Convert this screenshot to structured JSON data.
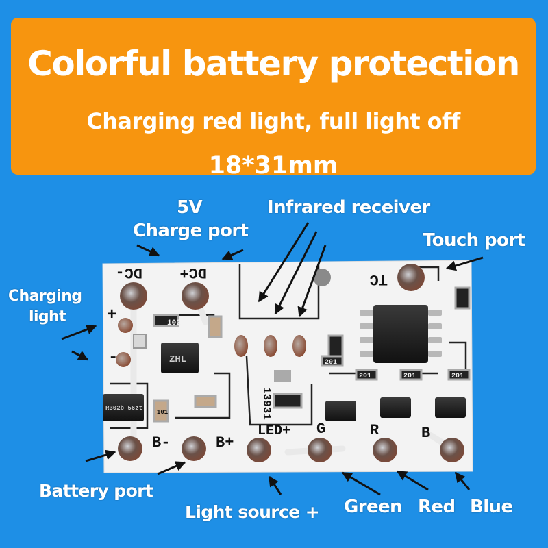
{
  "banner": {
    "title": "Colorful battery protection",
    "subtitle": "Charging red light, full light off",
    "size": "18*31mm"
  },
  "labels": {
    "voltage": "5V",
    "charge_port": "Charge port",
    "infrared_receiver": "Infrared receiver",
    "touch_port": "Touch port",
    "charging_light_1": "Charging",
    "charging_light_2": "light",
    "battery_port": "Battery port",
    "light_source": "Light source +",
    "green": "Green",
    "red": "Red",
    "blue": "Blue"
  },
  "board_markings": {
    "dc_minus": "DC-",
    "dc_plus": "DC+",
    "tc": "TC",
    "plus": "+",
    "minus": "-",
    "b_minus": "B-",
    "b_plus": "B+",
    "led_plus": "LED+",
    "g": "G",
    "r": "R",
    "b": "B",
    "code": "13931",
    "r102": "102",
    "r201a": "201",
    "r201b": "201",
    "r201c": "201",
    "r201d": "201",
    "r101": "101",
    "ic_mark": "ZHL",
    "chip2": "R302b 56zt"
  },
  "colors": {
    "background": "#1e8fe6",
    "banner": "#f7950f",
    "board": "#f4f4f4",
    "text": "#ffffff"
  }
}
